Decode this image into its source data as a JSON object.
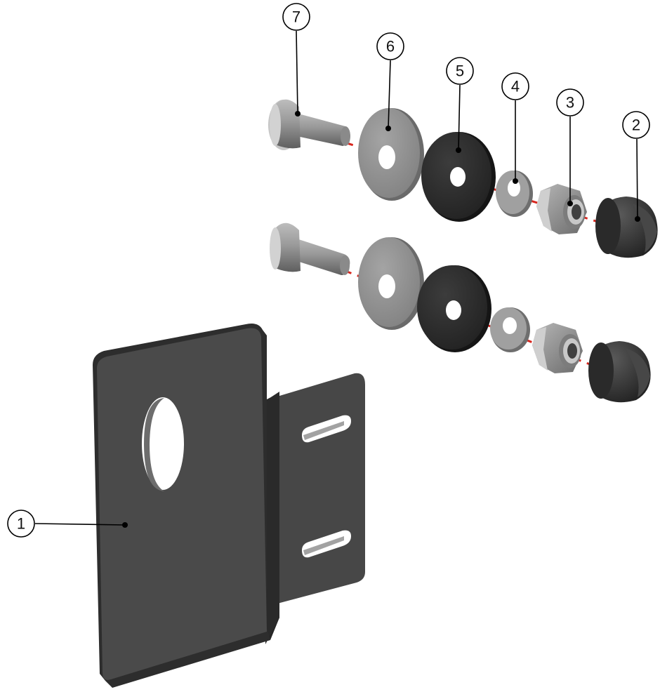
{
  "diagram": {
    "type": "exploded-assembly",
    "colors": {
      "background": "#ffffff",
      "bracket": "#4b4b4b",
      "bracket_dark": "#2c2c2c",
      "metal_light": "#a9a9a9",
      "metal_mid": "#8a8a8a",
      "metal_dark": "#5e5e5e",
      "rubber": "#2b2b2b",
      "rubber_light": "#444444",
      "cap": "#303030",
      "axis_line": "#d7261e",
      "leader": "#000000"
    },
    "callouts": [
      {
        "id": "1",
        "label": "1",
        "part": "mounting-bracket"
      },
      {
        "id": "2",
        "label": "2",
        "part": "cap-nut"
      },
      {
        "id": "3",
        "label": "3",
        "part": "lock-nut"
      },
      {
        "id": "4",
        "label": "4",
        "part": "small-washer"
      },
      {
        "id": "5",
        "label": "5",
        "part": "rubber-washer"
      },
      {
        "id": "6",
        "label": "6",
        "part": "flat-washer"
      },
      {
        "id": "7",
        "label": "7",
        "part": "bolt"
      }
    ]
  }
}
